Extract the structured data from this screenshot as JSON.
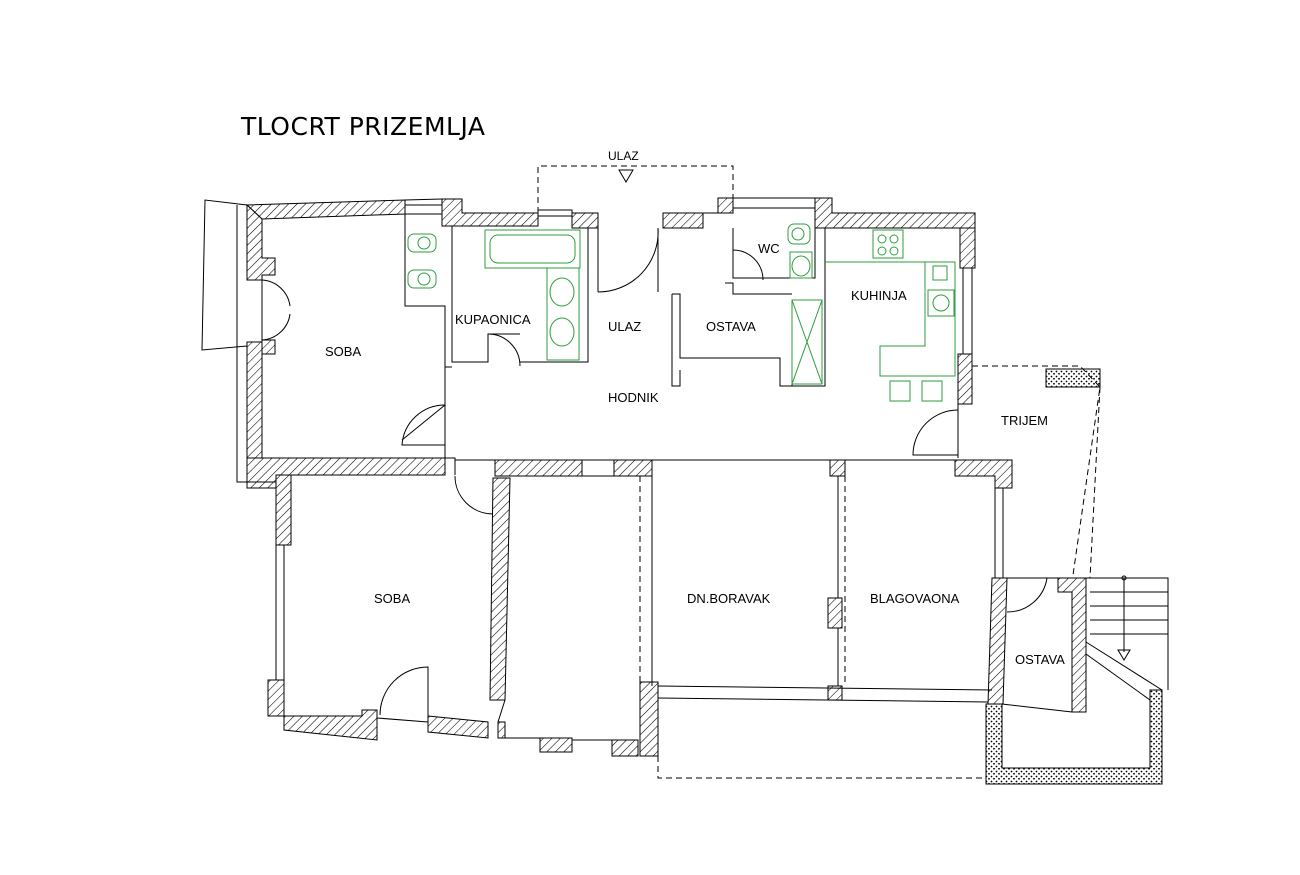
{
  "plan": {
    "title": "TLOCRT PRIZEMLJA",
    "rooms": {
      "entrance_outside": "ULAZ",
      "entrance": "ULAZ",
      "bathroom": "KUPAONICA",
      "toilet": "WC",
      "kitchen": "KUHINJA",
      "storage_1": "OSTAVA",
      "hallway": "HODNIK",
      "room_1": "SOBA",
      "room_2": "SOBA",
      "living_room": "DN.BORAVAK",
      "dining_room": "BLAGOVAONA",
      "porch": "TRIJEM",
      "storage_2": "OSTAVA"
    }
  },
  "colors": {
    "wall_line": "#000000",
    "fixture": "#2e9e3e",
    "hatch": "#000000"
  }
}
